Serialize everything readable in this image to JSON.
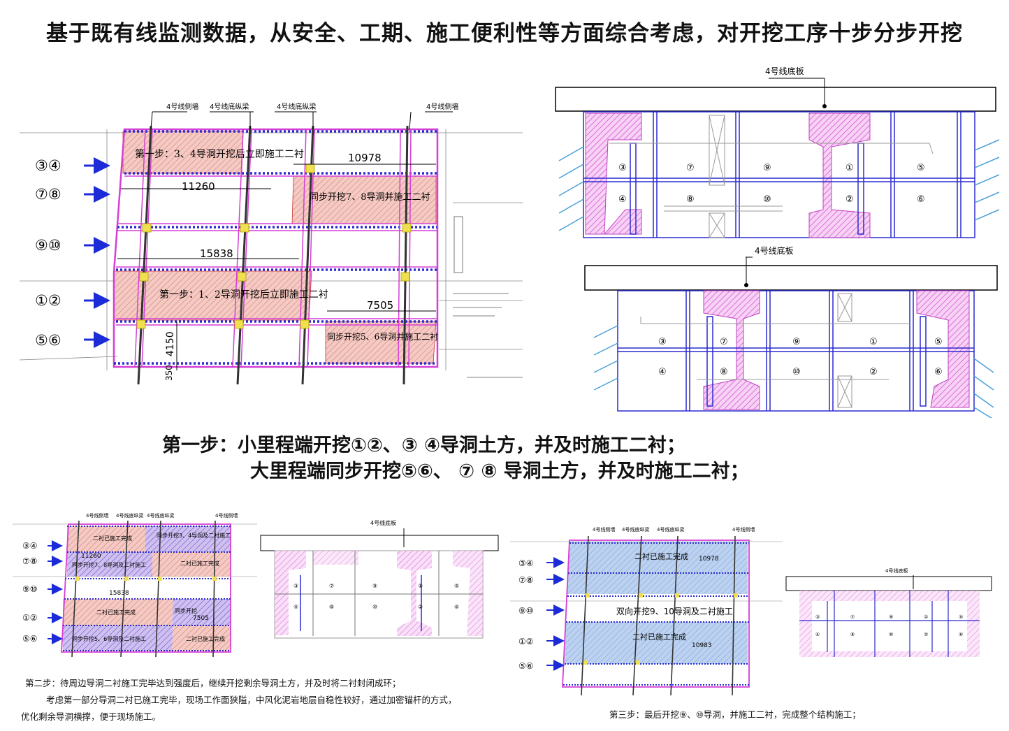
{
  "title": "基于既有线监测数据，从安全、工期、施工便利性等方面综合考虑，对开挖工序十步分步开挖",
  "step1": {
    "line1": "第一步：小里程端开挖①②、③ ④导洞土方，并及时施工二衬；",
    "line2": "大里程端同步开挖⑤⑥、 ⑦ ⑧ 导洞土方，并及时施工二衬；"
  },
  "step2": {
    "line1": "第二步：待周边导洞二衬施工完毕达到强度后，继续开挖剩余导洞土方，并及时将二衬封闭成环；",
    "line2": "考虑第一部分导洞二衬已施工完毕，现场工作面狭隘，中风化泥岩地层自稳性较好，通过加密锚杆的方式，",
    "line3": "优化剩余导洞横撑，便于现场施工。"
  },
  "step3": {
    "caption": "第三步：最后开挖⑨、⑩导洞，并施工二衬，完成整个结构施工；"
  },
  "plan_main": {
    "top_labels": [
      "4号线侧墙",
      "4号线底纵梁",
      "4号线底纵梁",
      "4号线侧墙"
    ],
    "row_labels": [
      "③④",
      "⑦⑧",
      "⑨⑩",
      "①②",
      "⑤⑥"
    ],
    "dims": [
      "10978",
      "11260",
      "15838",
      "7505",
      "4150",
      "350"
    ],
    "zone_texts": [
      "第一步：3、4导洞开挖后立即施工二衬",
      "同步开挖7、8导洞并施工二衬",
      "第一步：1、2导洞开挖后立即施工二衬",
      "同步开挖5、6导洞并施工二衬"
    ]
  },
  "section_top": {
    "slab_label": "4号线底板",
    "upper": [
      "③",
      "⑦",
      "⑨",
      "①",
      "⑤"
    ],
    "lower": [
      "④",
      "⑧",
      "⑩",
      "②",
      "⑥"
    ]
  },
  "section_bottom": {
    "slab_label": "4号线底板",
    "upper": [
      "③",
      "⑦",
      "⑨",
      "①",
      "⑤"
    ],
    "lower": [
      "④",
      "⑧",
      "⑩",
      "②",
      "⑥"
    ]
  },
  "plan_step2": {
    "top_labels": [
      "4号线侧墙",
      "4号线底纵梁",
      "4号线底纵梁",
      "4号线侧墙"
    ],
    "row_labels": [
      "③④",
      "⑦⑧",
      "⑨⑩",
      "①②",
      "⑤⑥"
    ],
    "dims": [
      "11260",
      "15838",
      "7505"
    ],
    "zone_texts": [
      "二衬已施工完成",
      "同步开挖3、4导洞及二衬施工",
      "同步开挖7、8导洞及二衬施工",
      "二衬已施工完成",
      "二衬已施工完成",
      "同步开挖",
      "同步开挖5、6导洞及二衬施工",
      "二衬已施工完成"
    ]
  },
  "section_step2": {
    "slab_label": "4号线底板",
    "upper": [
      "③",
      "⑦",
      "⑨",
      "①",
      "⑤"
    ],
    "lower": [
      "④",
      "⑧",
      "⑩",
      "②",
      "⑥"
    ]
  },
  "plan_step3": {
    "top_labels": [
      "4号线侧墙",
      "4号线底纵梁",
      "4号线底纵梁",
      "4号线侧墙"
    ],
    "row_labels": [
      "③④",
      "⑦⑧",
      "⑨⑩",
      "①②",
      "⑤⑥"
    ],
    "dims": [
      "10978",
      "10983"
    ],
    "zone_texts": [
      "二衬已施工完成",
      "双向开挖9、10导洞及二衬施工",
      "二衬已施工完成"
    ]
  },
  "section_step3": {
    "slab_label": "4号线底板",
    "upper": [
      "③",
      "⑦",
      "⑨",
      "①",
      "⑤"
    ],
    "lower": [
      "④",
      "⑧",
      "⑩",
      "②",
      "⑥"
    ]
  },
  "colors": {
    "magenta": "#d63fd6",
    "pink_hatch": "#e9a7a0",
    "blue_arrow": "#1b2bd8",
    "blue_hatch": "#9fbbe6",
    "purple_hatch": "#b59be0"
  }
}
